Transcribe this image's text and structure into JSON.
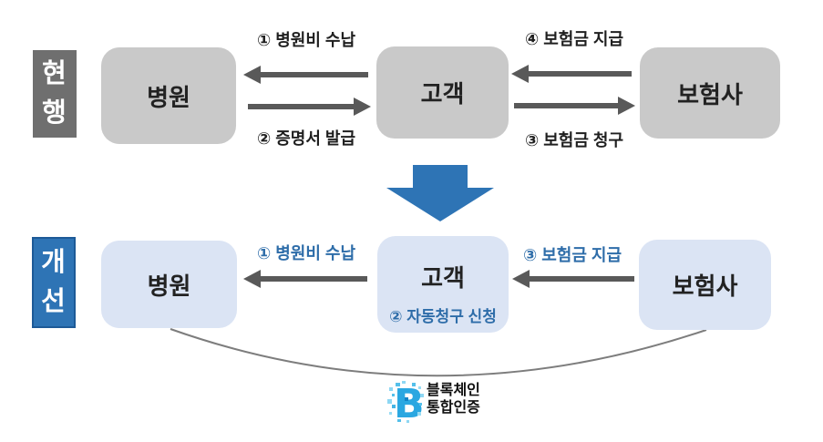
{
  "colors": {
    "node_gray": "#c9c9c9",
    "tag_gray": "#6f6f6f",
    "node_blue": "#dbe4f4",
    "tag_blue": "#2e74b5",
    "tag_blue_border": "#1d5a97",
    "arrow_gray": "#595959",
    "accent_blue": "#2e6da9",
    "flow_text_dark": "#1f1f1f",
    "curve_gray": "#7d7d7d",
    "blockchain_blue": "#2aa7e1",
    "text_black": "#222222",
    "bg_white": "#ffffff"
  },
  "current_row": {
    "tag": "현행",
    "hospital": "병원",
    "customer": "고객",
    "insurer": "보험사",
    "flow_hospital_fee": "① 병원비 수납",
    "flow_certificate": "② 증명서 발급",
    "flow_payout": "④ 보험금 지급",
    "flow_claim": "③ 보험금 청구"
  },
  "improved_row": {
    "tag": "개선",
    "hospital": "병원",
    "customer": "고객",
    "insurer": "보험사",
    "flow_hospital_fee": "① 병원비 수납",
    "flow_auto_claim": "② 자동청구 신청",
    "flow_payout": "③ 보험금 지급"
  },
  "blockchain": {
    "line1": "블록체인",
    "line2": "통합인증"
  }
}
